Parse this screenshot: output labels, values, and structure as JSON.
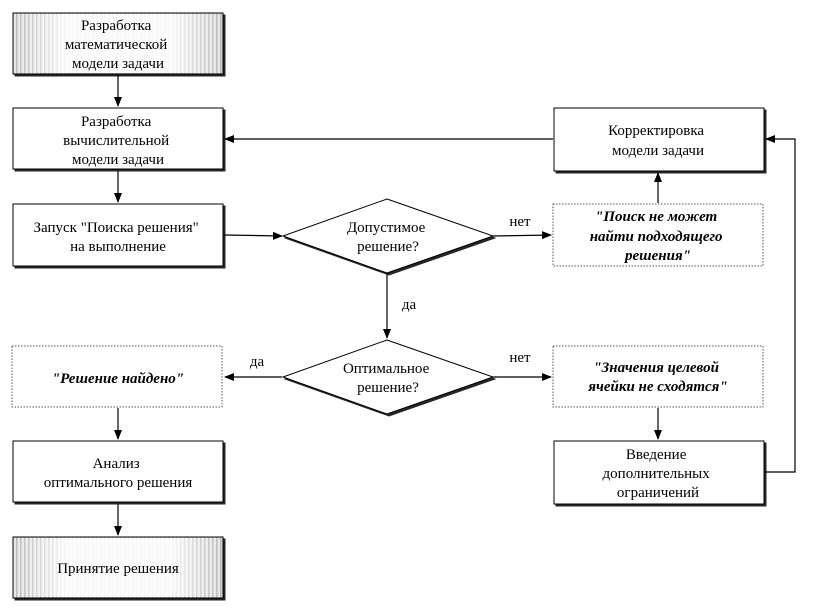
{
  "nodes": {
    "math_model": [
      "Разработка",
      "математической",
      "модели задачи"
    ],
    "comp_model": [
      "Разработка",
      "вычислительной",
      "модели задачи"
    ],
    "launch": [
      "Запуск \"Поиска решения\"",
      "на выполнение"
    ],
    "feasible": [
      "Допустимое",
      "решение?"
    ],
    "optimal": [
      "Оптимальное",
      "решение?"
    ],
    "found": [
      "\"Решение найдено\""
    ],
    "analysis": [
      "Анализ",
      "оптимального решения"
    ],
    "decision": [
      "Принятие решения"
    ],
    "correct": [
      "Корректировка",
      "модели задачи"
    ],
    "not_found": [
      "\"Поиск не может",
      "найти подходящего",
      "решения\""
    ],
    "diverge": [
      "\"Значения целевой",
      "ячейки не сходятся\""
    ],
    "constraints": [
      "Введение",
      "дополнительных",
      "ограничений"
    ]
  },
  "edge_labels": {
    "feasible_no": "нет",
    "feasible_yes": "да",
    "optimal_yes": "да",
    "optimal_no": "нет"
  }
}
